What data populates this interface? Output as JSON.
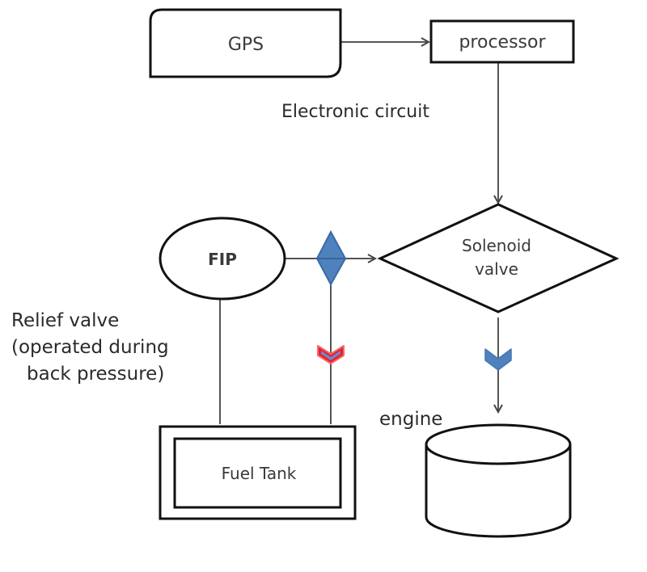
{
  "diagram": {
    "type": "flowchart",
    "nodes": {
      "gps": {
        "label": "GPS",
        "shape": "rounded-rectangle"
      },
      "processor": {
        "label": "processor",
        "shape": "rectangle"
      },
      "fip": {
        "label": "FIP",
        "shape": "ellipse"
      },
      "solenoid": {
        "label_line1": "Solenoid",
        "label_line2": "valve",
        "shape": "diamond"
      },
      "fuel_tank": {
        "label": "Fuel Tank",
        "shape": "double-rectangle"
      },
      "engine": {
        "label": "engine",
        "shape": "cylinder"
      }
    },
    "annotations": {
      "electronic_circuit": "Electronic circuit",
      "relief_valve_line1": "Relief valve",
      "relief_valve_line2": "(operated during",
      "relief_valve_line3": "back pressure)"
    },
    "connections": [
      {
        "from": "GPS",
        "to": "processor",
        "arrow": true
      },
      {
        "from": "processor",
        "to": "Solenoid valve",
        "arrow": true,
        "label": "Electronic circuit"
      },
      {
        "from": "FIP",
        "to": "Solenoid valve",
        "arrow": true,
        "via": "junction valve"
      },
      {
        "from": "FIP",
        "to": "Fuel Tank",
        "arrow": false,
        "label": "Relief valve (operated during back pressure)"
      },
      {
        "from": "junction valve",
        "to": "Fuel Tank",
        "arrow": false,
        "flow_marker": "red-chevron"
      },
      {
        "from": "Solenoid valve",
        "to": "engine",
        "arrow": true,
        "flow_marker": "blue-chevron"
      }
    ],
    "colors": {
      "valve_fill": "#4F81BD",
      "valve_stroke": "#3A6AA8",
      "return_flow_outline": "#E8202A",
      "return_flow_fill": "#4F81BD",
      "forward_flow_fill": "#4F81BD",
      "outline": "#111111",
      "connector": "#555555"
    }
  }
}
